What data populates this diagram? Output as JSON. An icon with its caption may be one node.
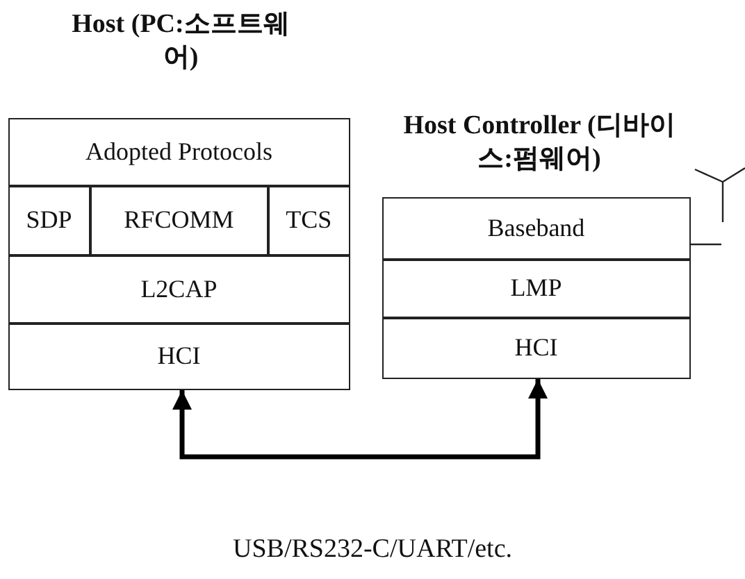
{
  "diagram": {
    "nodes": [
      {
        "text": [
          "Host (PC:소프트웨어)"
        ]
      },
      {
        "text": [
          "Adopted Protocols"
        ],
        "in": 0
      },
      {
        "text": [
          "SDP"
        ],
        "in": 0
      },
      {
        "text": [
          "RFCOMM"
        ],
        "in": 0
      },
      {
        "text": [
          "TCS"
        ],
        "in": 0
      },
      {
        "text": [
          "L2CAP"
        ],
        "in": 0
      },
      {
        "text": [
          "HCI"
        ],
        "in": 0
      },
      {
        "text": [
          "Host Controller (디바이스:펌웨어)"
        ]
      },
      {
        "text": [
          "Baseband"
        ],
        "in": 7
      },
      {
        "text": [
          "LMP"
        ],
        "in": 7
      },
      {
        "text": [
          "HCI"
        ],
        "in": 7
      }
    ],
    "edges": [
      {
        "from": 6,
        "to": 10,
        "arrow": "both"
      }
    ],
    "labels": [
      "USB/RS232-C/UART/etc."
    ]
  }
}
